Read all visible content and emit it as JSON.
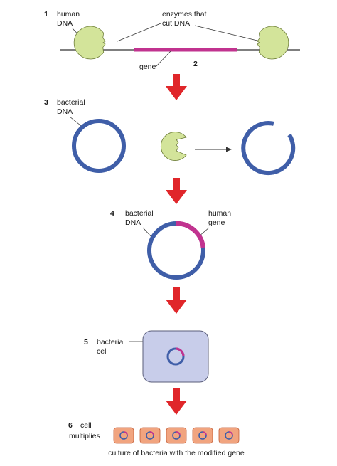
{
  "steps": {
    "s1": {
      "number": "1",
      "label_line1": "human",
      "label_line2": "DNA",
      "enzymes_line1": "enzymes that",
      "enzymes_line2": "cut DNA",
      "gene_label": "gene"
    },
    "s2": {
      "number": "2"
    },
    "s3": {
      "number": "3",
      "label_line1": "bacterial",
      "label_line2": "DNA"
    },
    "s4": {
      "number": "4",
      "bacterial_line1": "bacterial",
      "bacterial_line2": "DNA",
      "human_line1": "human",
      "human_line2": "gene"
    },
    "s5": {
      "number": "5",
      "label_line1": "bacteria",
      "label_line2": "cell"
    },
    "s6": {
      "number": "6",
      "label_line1": "cell",
      "label_line2": "multiplies",
      "caption": "culture of bacteria with the modified gene"
    }
  },
  "colors": {
    "enzyme_fill": "#d3e49a",
    "enzyme_stroke": "#6f7f3a",
    "plasmid_blue": "#3f5ea8",
    "gene_magenta": "#c1338f",
    "arrow_red": "#e0262a",
    "cell_fill": "#c8cdea",
    "cell_stroke": "#5a5d7a",
    "culture_cell_fill": "#f1a47f",
    "culture_cell_stroke": "#c25f39"
  },
  "culture_cell_count": 5
}
